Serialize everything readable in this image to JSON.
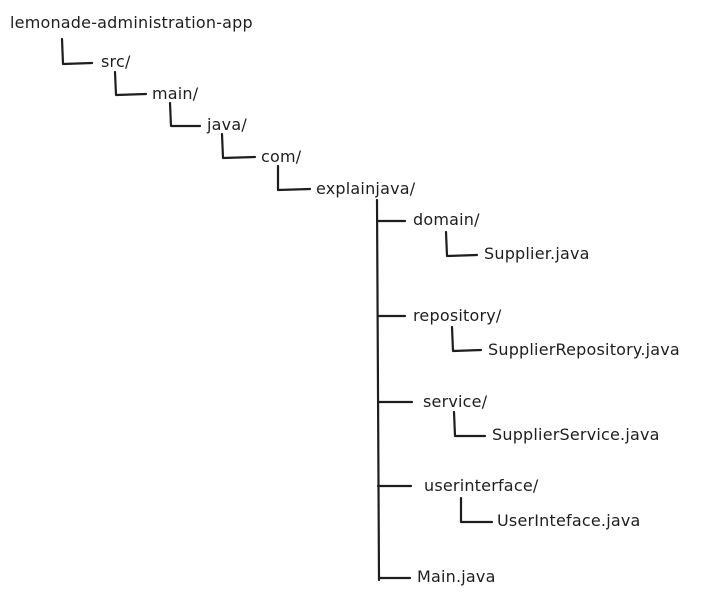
{
  "tree": {
    "root": "lemonade-administration-app",
    "src": "src/",
    "main": "main/",
    "java": "java/",
    "com": "com/",
    "explainjava": "explainjava/",
    "domain": "domain/",
    "supplier": "Supplier.java",
    "repository": "repository/",
    "supplier_repository": "SupplierRepository.java",
    "service": "service/",
    "supplier_service": "SupplierService.java",
    "userinterface": "userinterface/",
    "user_interface": "UserInteface.java",
    "main_java": "Main.java"
  },
  "colors": {
    "line": "#1e1e1e",
    "text": "#1e1e1e"
  }
}
